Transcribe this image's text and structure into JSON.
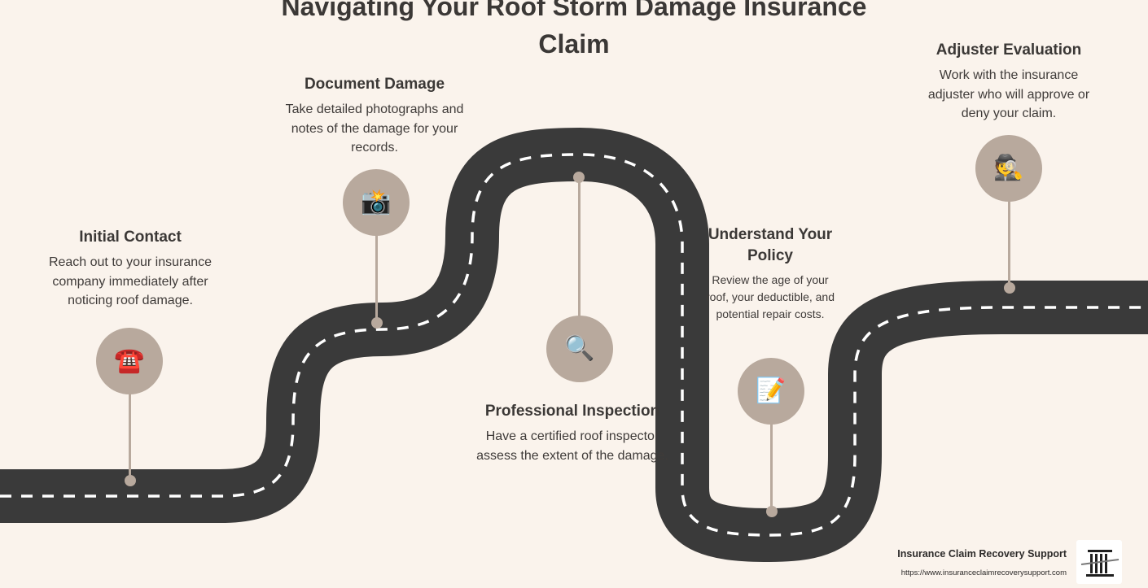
{
  "title_line1": "Navigating Your Roof Storm Damage Insurance",
  "title_line2": "Claim",
  "steps": [
    {
      "title": "Initial Contact",
      "text": "Reach out to your insurance company immediately after noticing roof damage.",
      "icon": "telephone-icon",
      "glyph": "☎️"
    },
    {
      "title": "Document Damage",
      "text": "Take detailed photographs and notes of the damage for your records.",
      "icon": "camera-flash-icon",
      "glyph": "📸"
    },
    {
      "title": "Professional Inspection",
      "text": "Have a certified roof inspector assess the extent of the damage.",
      "icon": "magnifying-glass-icon",
      "glyph": "🔍"
    },
    {
      "title": "Understand Your Policy",
      "text": "Review the age of your roof, your deductible, and potential repair costs.",
      "icon": "memo-icon",
      "glyph": "📝"
    },
    {
      "title": "Adjuster Evaluation",
      "text": "Work with the insurance adjuster who will approve or deny your claim.",
      "icon": "detective-icon",
      "glyph": "🕵️"
    }
  ],
  "brand": {
    "name": "Insurance Claim Recovery Support",
    "url": "https://www.insuranceclaimrecoverysupport.com",
    "logo_icon": "courthouse-columns-icon"
  },
  "colors": {
    "background": "#faf3ec",
    "road": "#3a3a3a",
    "road_dash": "#ffffff",
    "marker": "#b8a99d",
    "text": "#3b3836"
  }
}
